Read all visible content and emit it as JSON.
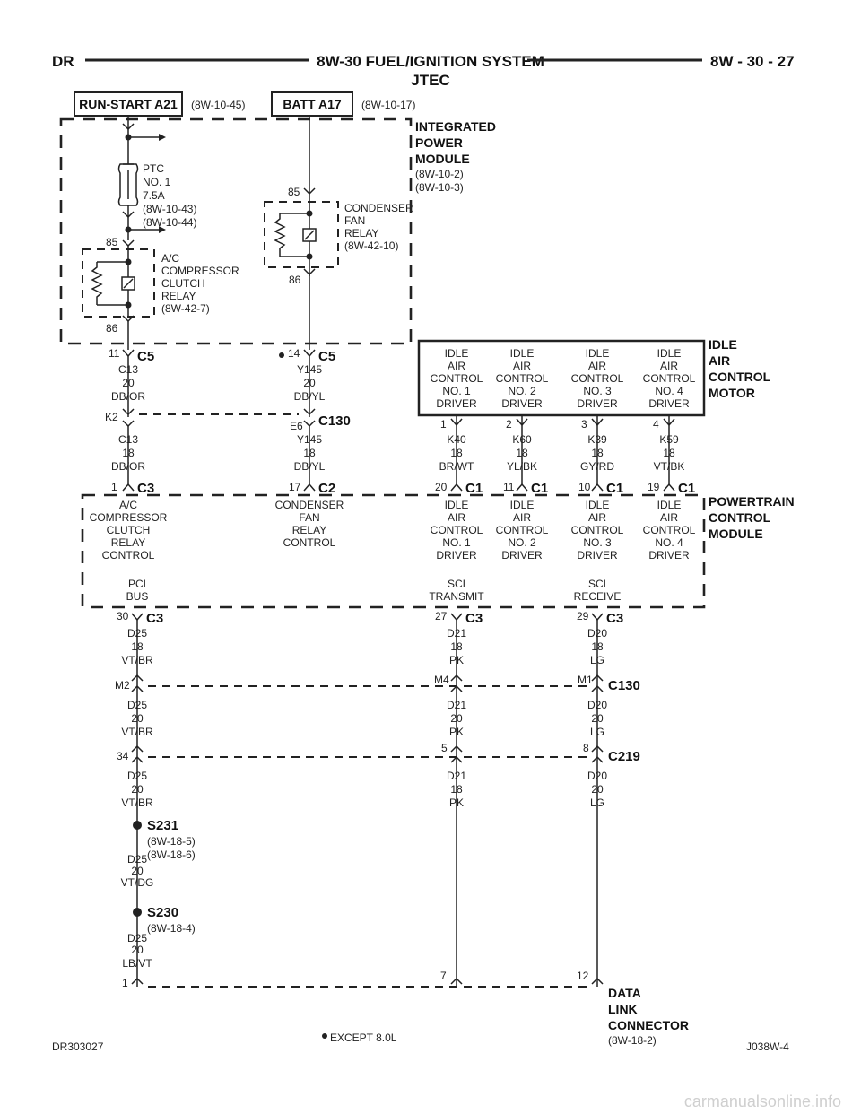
{
  "header": {
    "left": "DR",
    "title": "8W-30 FUEL/IGNITION SYSTEM",
    "subtitle": "JTEC",
    "right": "8W - 30 - 27"
  },
  "power_sources": [
    {
      "name": "RUN-START A21",
      "ref": "(8W-10-45)"
    },
    {
      "name": "BATT A17",
      "ref": "(8W-10-17)"
    }
  ],
  "ipm": {
    "title": [
      "INTEGRATED",
      "POWER",
      "MODULE"
    ],
    "refs": [
      "(8W-10-2)",
      "(8W-10-3)"
    ],
    "fuse": [
      "PTC",
      "NO. 1",
      "7.5A",
      "(8W-10-43)",
      "(8W-10-44)"
    ],
    "ac_relay": [
      "A/C",
      "COMPRESSOR",
      "CLUTCH",
      "RELAY",
      "(8W-42-7)"
    ],
    "fan_relay": [
      "CONDENSER",
      "FAN",
      "RELAY",
      "(8W-42-10)"
    ],
    "pins": {
      "ac_85": "85",
      "ac_86": "86",
      "fan_85": "85",
      "fan_86": "86"
    }
  },
  "c5": {
    "name": "C5",
    "left_pin": "11",
    "right_pin": "14",
    "left_wire": [
      "C13",
      "20",
      "DB/OR"
    ],
    "right_wire": [
      "Y145",
      "20",
      "DB/YL"
    ]
  },
  "c130_top": {
    "name": "C130",
    "left_pin": "K2",
    "right_pin": "E6",
    "left_wire": [
      "C13",
      "18",
      "DB/OR"
    ],
    "right_wire": [
      "Y145",
      "18",
      "DB/YL"
    ]
  },
  "iac_motor": {
    "title": [
      "IDLE",
      "AIR",
      "CONTROL",
      "MOTOR"
    ],
    "drivers": [
      [
        "IDLE",
        "AIR",
        "CONTROL",
        "NO. 1",
        "DRIVER"
      ],
      [
        "IDLE",
        "AIR",
        "CONTROL",
        "NO. 2",
        "DRIVER"
      ],
      [
        "IDLE",
        "AIR",
        "CONTROL",
        "NO. 3",
        "DRIVER"
      ],
      [
        "IDLE",
        "AIR",
        "CONTROL",
        "NO. 4",
        "DRIVER"
      ]
    ],
    "pins": [
      "1",
      "2",
      "3",
      "4"
    ],
    "wires": [
      [
        "K40",
        "18",
        "BR/WT"
      ],
      [
        "K60",
        "18",
        "YL/BK"
      ],
      [
        "K39",
        "18",
        "GY/RD"
      ],
      [
        "K59",
        "18",
        "VT/BK"
      ]
    ]
  },
  "pcm": {
    "title": [
      "POWERTRAIN",
      "CONTROL",
      "MODULE"
    ],
    "top_pins": [
      {
        "pin": "1",
        "conn": "C3"
      },
      {
        "pin": "17",
        "conn": "C2"
      },
      {
        "pin": "20",
        "conn": "C1"
      },
      {
        "pin": "11",
        "conn": "C1"
      },
      {
        "pin": "10",
        "conn": "C1"
      },
      {
        "pin": "19",
        "conn": "C1"
      }
    ],
    "functions": [
      [
        "A/C",
        "COMPRESSOR",
        "CLUTCH",
        "RELAY",
        "CONTROL"
      ],
      [
        "CONDENSER",
        "FAN",
        "RELAY",
        "CONTROL"
      ],
      [
        "IDLE",
        "AIR",
        "CONTROL",
        "NO. 1",
        "DRIVER"
      ],
      [
        "IDLE",
        "AIR",
        "CONTROL",
        "NO. 2",
        "DRIVER"
      ],
      [
        "IDLE",
        "AIR",
        "CONTROL",
        "NO. 3",
        "DRIVER"
      ],
      [
        "IDLE",
        "AIR",
        "CONTROL",
        "NO. 4",
        "DRIVER"
      ]
    ],
    "bottom_functions": [
      [
        "PCI",
        "BUS"
      ],
      [
        "SCI",
        "TRANSMIT"
      ],
      [
        "SCI",
        "RECEIVE"
      ]
    ],
    "bottom_pins": [
      {
        "pin": "30",
        "conn": "C3"
      },
      {
        "pin": "27",
        "conn": "C3"
      },
      {
        "pin": "29",
        "conn": "C3"
      }
    ]
  },
  "wires_pcm_out": [
    [
      "D25",
      "18",
      "VT/BR"
    ],
    [
      "D21",
      "18",
      "PK"
    ],
    [
      "D20",
      "18",
      "LG"
    ]
  ],
  "c130_bottom": {
    "name": "C130",
    "pins": [
      "M2",
      "M4",
      "M1"
    ]
  },
  "wires_c130_out": [
    [
      "D25",
      "20",
      "VT/BR"
    ],
    [
      "D21",
      "20",
      "PK"
    ],
    [
      "D20",
      "20",
      "LG"
    ]
  ],
  "c219": {
    "name": "C219",
    "pins": [
      "34",
      "5",
      "8"
    ]
  },
  "wires_c219_out": [
    [
      "D25",
      "20",
      "VT/BR"
    ],
    [
      "D21",
      "18",
      "PK"
    ],
    [
      "D20",
      "20",
      "LG"
    ]
  ],
  "s231": {
    "name": "S231",
    "refs": [
      "(8W-18-5)",
      "(8W-18-6)"
    ],
    "wire": [
      "D25",
      "20",
      "VT/DG"
    ]
  },
  "s230": {
    "name": "S230",
    "refs": [
      "(8W-18-4)"
    ],
    "wire": [
      "D25",
      "20",
      "LB/VT"
    ]
  },
  "dlc": {
    "title": [
      "DATA",
      "LINK",
      "CONNECTOR"
    ],
    "ref": "(8W-18-2)",
    "pins": [
      "1",
      "7",
      "12"
    ]
  },
  "footer": {
    "left": "DR303027",
    "note": "EXCEPT 8.0L",
    "right": "J038W-4"
  },
  "watermark": "carmanualsonline.info"
}
